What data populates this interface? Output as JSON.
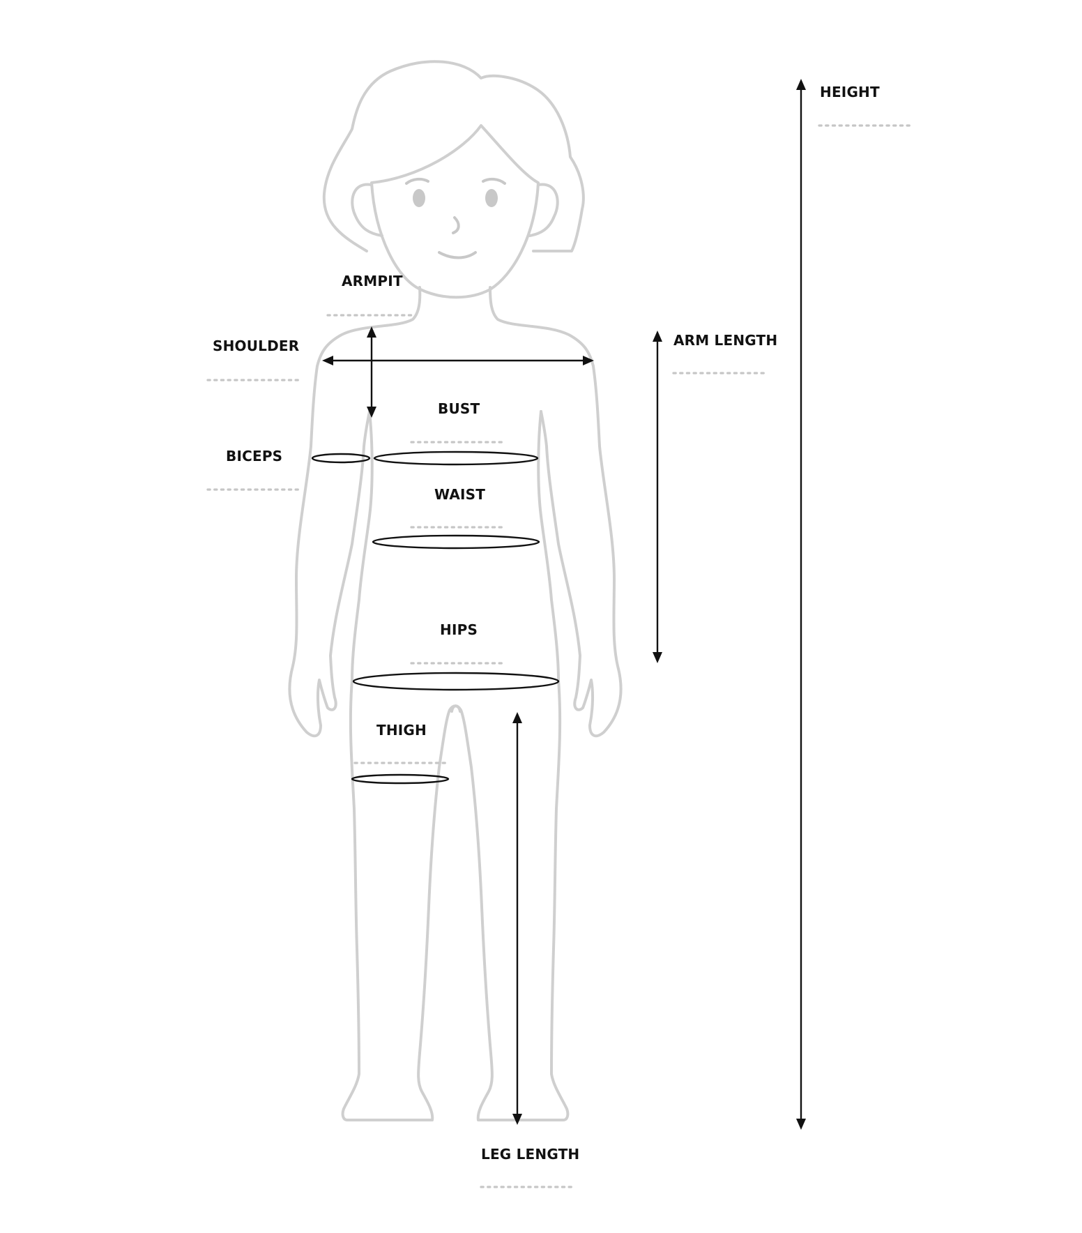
{
  "labels": {
    "height": "HEIGHT",
    "armpit": "ARMPIT",
    "shoulder": "SHOULDER",
    "arm_length": "ARM LENGTH",
    "bust": "BUST",
    "biceps": "BICEPS",
    "waist": "WAIST",
    "hips": "HIPS",
    "thigh": "THIGH",
    "leg_length": "LEG LENGTH"
  },
  "colors": {
    "figure_outline": "#cfcfcf",
    "measurement_lines": "#111111",
    "dotted_lines": "#c6c6c6",
    "background": "#ffffff"
  }
}
